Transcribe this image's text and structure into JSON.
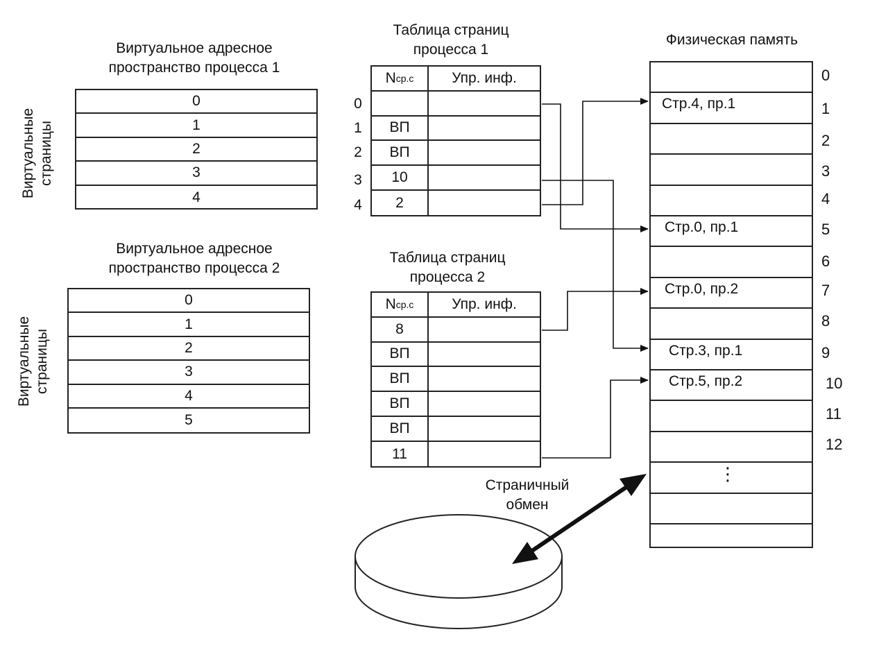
{
  "vas1": {
    "title_line1": "Виртуальное адресное",
    "title_line2": "пространство процесса 1",
    "side_label_line1": "Виртуальные",
    "side_label_line2": "страницы",
    "rows": [
      "0",
      "1",
      "2",
      "3",
      "4"
    ]
  },
  "vas2": {
    "title_line1": "Виртуальное адресное",
    "title_line2": "пространство процесса  2",
    "side_label_line1": "Виртуальные",
    "side_label_line2": "страницы",
    "rows": [
      "0",
      "1",
      "2",
      "3",
      "4",
      "5"
    ]
  },
  "pt1": {
    "title_line1": "Таблица страниц",
    "title_line2": "процесса 1",
    "header_col1_main": "N",
    "header_col1_sub": "ср.с",
    "header_col2": "Упр. инф.",
    "row_indices": [
      "0",
      "1",
      "2",
      "3",
      "4"
    ],
    "frames": [
      "",
      "ВП",
      "ВП",
      "10",
      "2"
    ]
  },
  "pt2": {
    "title_line1": "Таблица страниц",
    "title_line2": "процесса 2",
    "header_col1_main": "N",
    "header_col1_sub": "ср.с",
    "header_col2": "Упр. инф.",
    "frames": [
      "8",
      "ВП",
      "ВП",
      "ВП",
      "ВП",
      "11"
    ]
  },
  "memory": {
    "title": "Физическая память",
    "indices": [
      "0",
      "1",
      "2",
      "3",
      "4",
      "5",
      "6",
      "7",
      "8",
      "9",
      "10",
      "11",
      "12"
    ],
    "entries": {
      "1": "Стр.4, пр.1",
      "5": "Стр.0, пр.1",
      "7": "Стр.0, пр.2",
      "9": "Стр.3, пр.1",
      "10": "Стр.5, пр.2"
    },
    "ellipsis": "⋮"
  },
  "swap": {
    "label_line1": "Страничный",
    "label_line2": "обмен"
  }
}
